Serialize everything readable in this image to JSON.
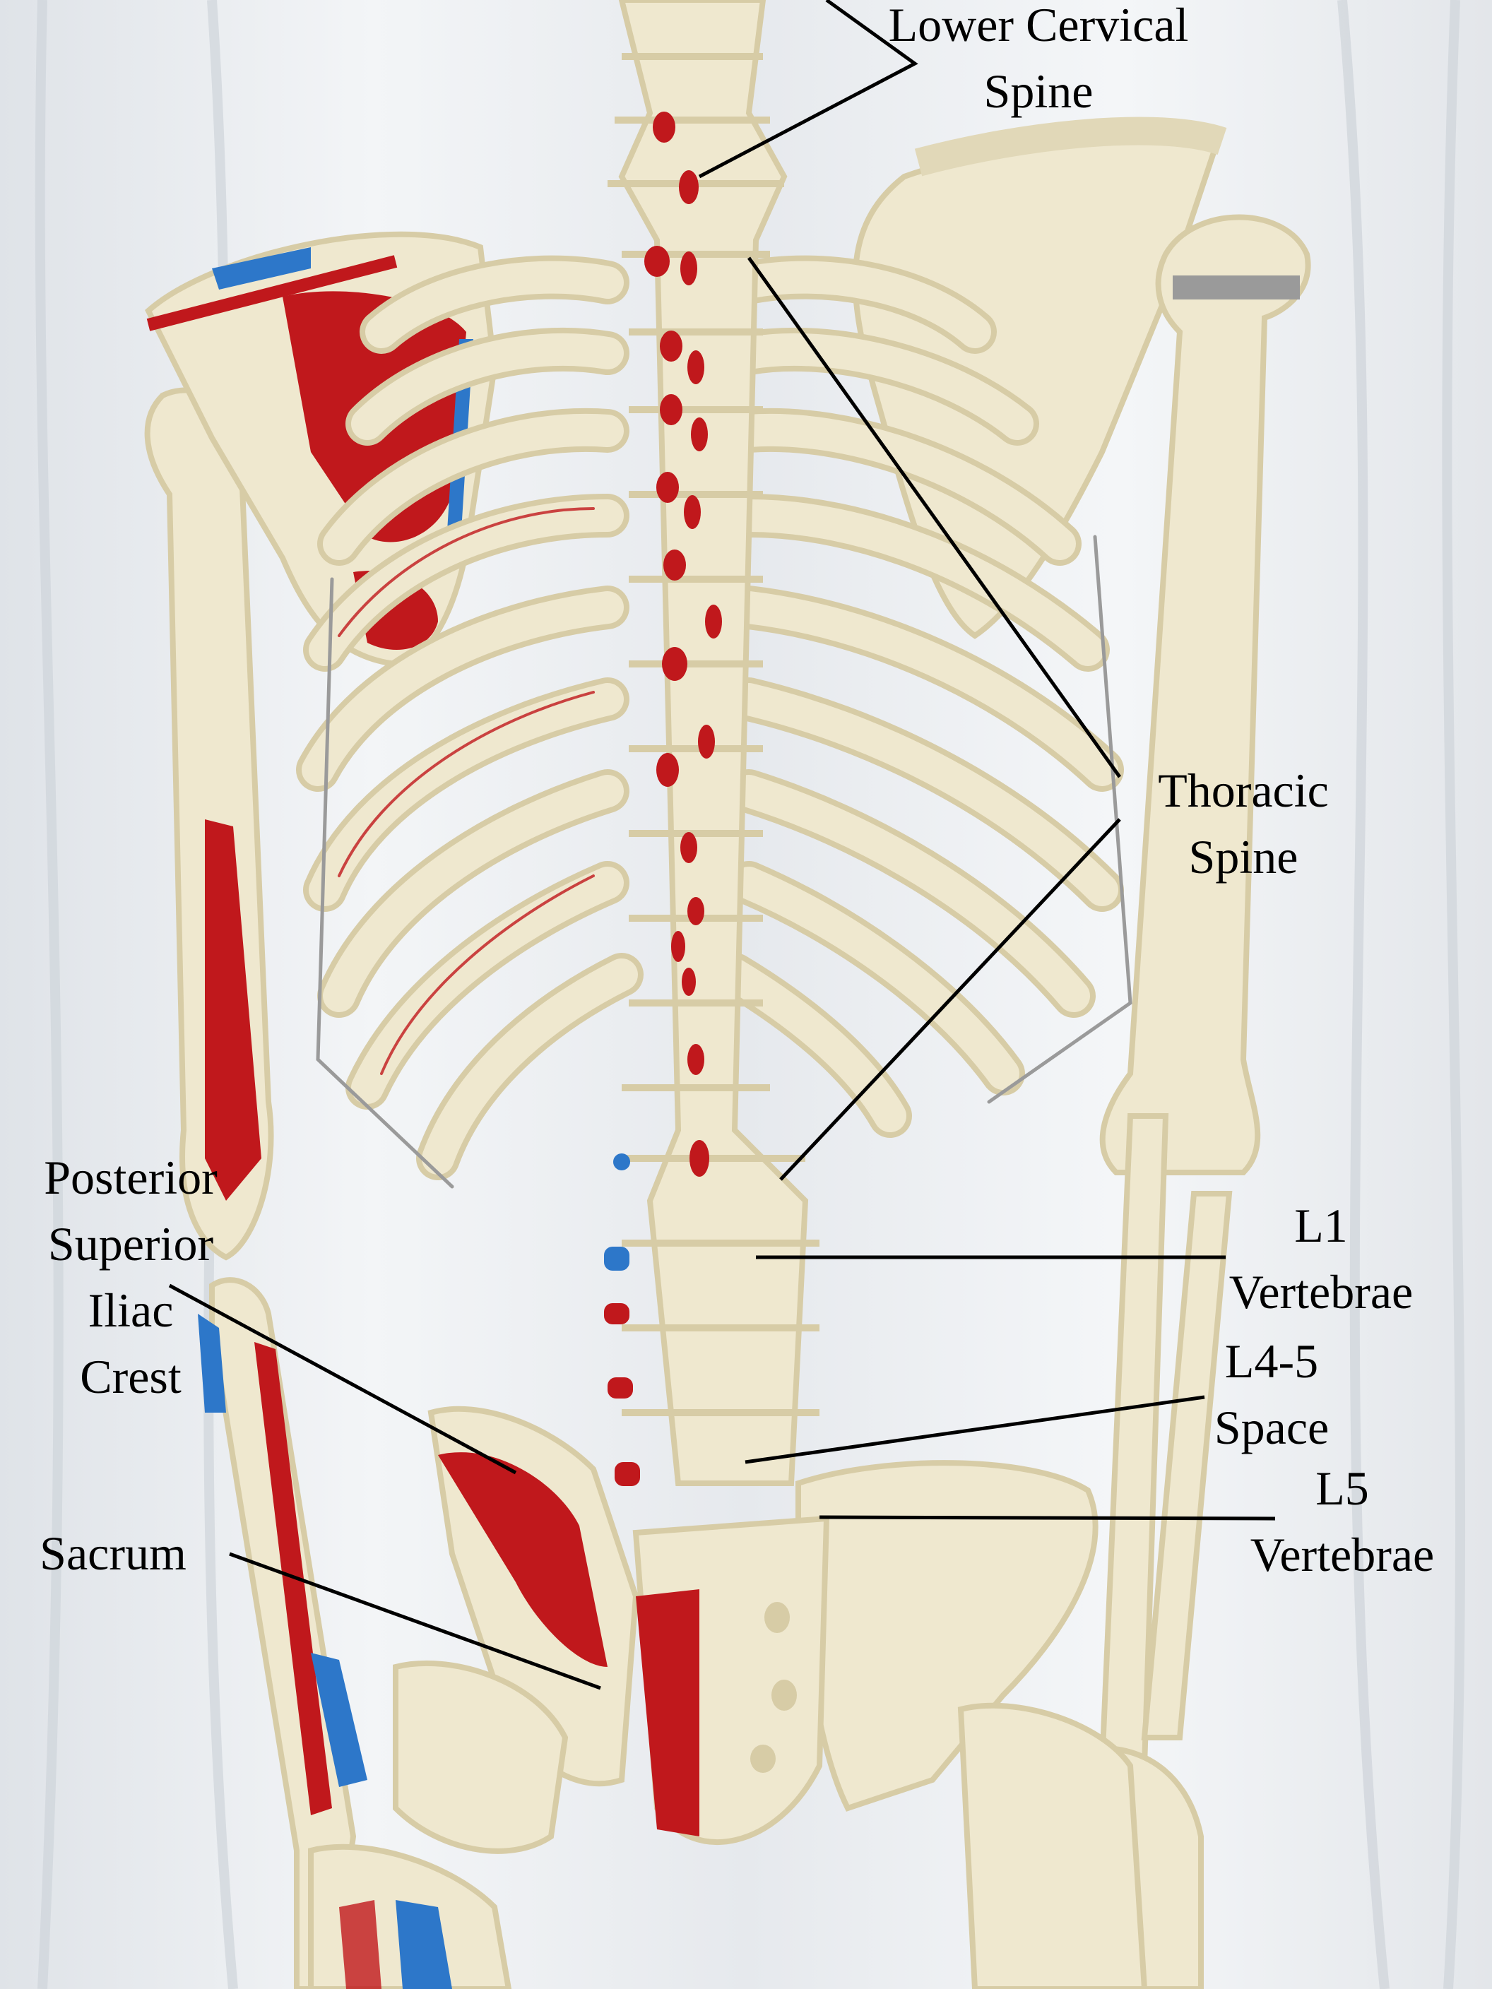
{
  "labels": {
    "lower_cervical": [
      "Lower Cervical",
      "Spine"
    ],
    "thoracic": [
      "Thoracic",
      "Spine"
    ],
    "psis": [
      "Posterior",
      "Superior",
      "Iliac",
      "Crest"
    ],
    "l1": [
      "L1",
      "Vertebrae"
    ],
    "l45": [
      "L4-5",
      "Space"
    ],
    "l5": [
      "L5",
      "Vertebrae"
    ],
    "sacrum": [
      "Sacrum"
    ]
  },
  "colors": {
    "bone": "#efe8cf",
    "bone_shadow": "#d7cca6",
    "muscle_red": "#c0181c",
    "ligament_blue": "#2d77c9",
    "backdrop": "#e9ecf0",
    "wire": "#9a9a9a"
  }
}
